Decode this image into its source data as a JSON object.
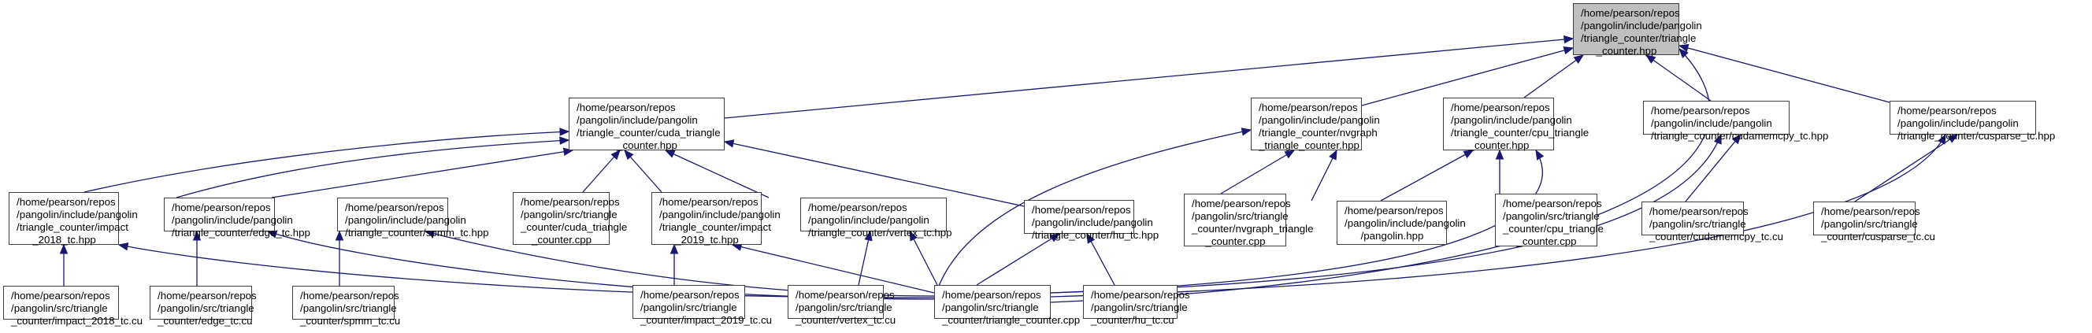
{
  "diagram": {
    "title": "Included-by dependency graph",
    "edge_color": "#191970",
    "root_fill": "#bfbfbf",
    "nodes": [
      {
        "id": "root",
        "lines": [
          "/home/pearson/repos",
          "/pangolin/include/pangolin",
          "/triangle_counter/triangle",
          "_counter.hpp"
        ],
        "root": true
      },
      {
        "id": "cuda_tc_hpp",
        "lines": [
          "/home/pearson/repos",
          "/pangolin/include/pangolin",
          "/triangle_counter/cuda_triangle",
          "_counter.hpp"
        ]
      },
      {
        "id": "nvgraph_hpp",
        "lines": [
          "/home/pearson/repos",
          "/pangolin/include/pangolin",
          "/triangle_counter/nvgraph",
          "_triangle_counter.hpp"
        ]
      },
      {
        "id": "cpu_hpp",
        "lines": [
          "/home/pearson/repos",
          "/pangolin/include/pangolin",
          "/triangle_counter/cpu_triangle",
          "_counter.hpp"
        ]
      },
      {
        "id": "cudamemcpy_hpp",
        "lines": [
          "/home/pearson/repos",
          "/pangolin/include/pangolin",
          "/triangle_counter/cudamemcpy_tc.hpp"
        ]
      },
      {
        "id": "cusparse_hpp",
        "lines": [
          "/home/pearson/repos",
          "/pangolin/include/pangolin",
          "/triangle_counter/cusparse_tc.hpp"
        ]
      },
      {
        "id": "impact2018_hpp",
        "lines": [
          "/home/pearson/repos",
          "/pangolin/include/pangolin",
          "/triangle_counter/impact",
          "_2018_tc.hpp"
        ]
      },
      {
        "id": "edge_hpp",
        "lines": [
          "/home/pearson/repos",
          "/pangolin/include/pangolin",
          "/triangle_counter/edge_tc.hpp"
        ]
      },
      {
        "id": "spmm_hpp",
        "lines": [
          "/home/pearson/repos",
          "/pangolin/include/pangolin",
          "/triangle_counter/spmm_tc.hpp"
        ]
      },
      {
        "id": "cuda_cpp",
        "lines": [
          "/home/pearson/repos",
          "/pangolin/src/triangle",
          "_counter/cuda_triangle",
          "_counter.cpp"
        ]
      },
      {
        "id": "impact2019_hpp",
        "lines": [
          "/home/pearson/repos",
          "/pangolin/include/pangolin",
          "/triangle_counter/impact",
          "_2019_tc.hpp"
        ]
      },
      {
        "id": "vertex_hpp",
        "lines": [
          "/home/pearson/repos",
          "/pangolin/include/pangolin",
          "/triangle_counter/vertex_tc.hpp"
        ]
      },
      {
        "id": "hu_hpp",
        "lines": [
          "/home/pearson/repos",
          "/pangolin/include/pangolin",
          "/triangle_counter/hu_tc.hpp"
        ]
      },
      {
        "id": "nvgraph_cpp",
        "lines": [
          "/home/pearson/repos",
          "/pangolin/src/triangle",
          "_counter/nvgraph_triangle",
          "_counter.cpp"
        ]
      },
      {
        "id": "pangolin_hpp",
        "lines": [
          "/home/pearson/repos",
          "/pangolin/include/pangolin",
          "/pangolin.hpp"
        ]
      },
      {
        "id": "cpu_cpp",
        "lines": [
          "/home/pearson/repos",
          "/pangolin/src/triangle",
          "_counter/cpu_triangle",
          "_counter.cpp"
        ]
      },
      {
        "id": "cudamemcpy_cu",
        "lines": [
          "/home/pearson/repos",
          "/pangolin/src/triangle",
          "_counter/cudamemcpy_tc.cu"
        ]
      },
      {
        "id": "cusparse_cu",
        "lines": [
          "/home/pearson/repos",
          "/pangolin/src/triangle",
          "_counter/cusparse_tc.cu"
        ]
      },
      {
        "id": "impact2018_cu",
        "lines": [
          "/home/pearson/repos",
          "/pangolin/src/triangle",
          "_counter/impact_2018_tc.cu"
        ]
      },
      {
        "id": "edge_cu",
        "lines": [
          "/home/pearson/repos",
          "/pangolin/src/triangle",
          "_counter/edge_tc.cu"
        ]
      },
      {
        "id": "spmm_cu",
        "lines": [
          "/home/pearson/repos",
          "/pangolin/src/triangle",
          "_counter/spmm_tc.cu"
        ]
      },
      {
        "id": "impact2019_cu",
        "lines": [
          "/home/pearson/repos",
          "/pangolin/src/triangle",
          "_counter/impact_2019_tc.cu"
        ]
      },
      {
        "id": "vertex_cu",
        "lines": [
          "/home/pearson/repos",
          "/pangolin/src/triangle",
          "_counter/vertex_tc.cu"
        ]
      },
      {
        "id": "tc_cpp",
        "lines": [
          "/home/pearson/repos",
          "/pangolin/src/triangle",
          "_counter/triangle_counter.cpp"
        ]
      },
      {
        "id": "hu_cu",
        "lines": [
          "/home/pearson/repos",
          "/pangolin/src/triangle",
          "_counter/hu_tc.cu"
        ]
      }
    ],
    "edges": [
      {
        "from": "cuda_tc_hpp",
        "to": "root"
      },
      {
        "from": "nvgraph_hpp",
        "to": "root"
      },
      {
        "from": "cpu_hpp",
        "to": "root"
      },
      {
        "from": "cudamemcpy_hpp",
        "to": "root"
      },
      {
        "from": "cusparse_hpp",
        "to": "root"
      },
      {
        "from": "tc_cpp",
        "to": "root"
      },
      {
        "from": "impact2018_hpp",
        "to": "cuda_tc_hpp"
      },
      {
        "from": "edge_hpp",
        "to": "cuda_tc_hpp"
      },
      {
        "from": "spmm_hpp",
        "to": "cuda_tc_hpp"
      },
      {
        "from": "cuda_cpp",
        "to": "cuda_tc_hpp"
      },
      {
        "from": "impact2019_hpp",
        "to": "cuda_tc_hpp"
      },
      {
        "from": "vertex_hpp",
        "to": "cuda_tc_hpp"
      },
      {
        "from": "hu_hpp",
        "to": "cuda_tc_hpp"
      },
      {
        "from": "nvgraph_cpp",
        "to": "nvgraph_hpp"
      },
      {
        "from": "pangolin_hpp",
        "to": "nvgraph_hpp"
      },
      {
        "from": "tc_cpp",
        "to": "nvgraph_hpp"
      },
      {
        "from": "pangolin_hpp",
        "to": "cpu_hpp"
      },
      {
        "from": "cpu_cpp",
        "to": "cpu_hpp"
      },
      {
        "from": "tc_cpp",
        "to": "cpu_hpp"
      },
      {
        "from": "tc_cpp",
        "to": "cudamemcpy_hpp"
      },
      {
        "from": "cudamemcpy_cu",
        "to": "cudamemcpy_hpp"
      },
      {
        "from": "tc_cpp",
        "to": "cusparse_hpp"
      },
      {
        "from": "cusparse_cu",
        "to": "cusparse_hpp"
      },
      {
        "from": "impact2018_cu",
        "to": "impact2018_hpp"
      },
      {
        "from": "tc_cpp",
        "to": "impact2018_hpp"
      },
      {
        "from": "edge_cu",
        "to": "edge_hpp"
      },
      {
        "from": "tc_cpp",
        "to": "edge_hpp"
      },
      {
        "from": "spmm_cu",
        "to": "spmm_hpp"
      },
      {
        "from": "tc_cpp",
        "to": "spmm_hpp"
      },
      {
        "from": "impact2019_cu",
        "to": "impact2019_hpp"
      },
      {
        "from": "tc_cpp",
        "to": "impact2019_hpp"
      },
      {
        "from": "vertex_cu",
        "to": "vertex_hpp"
      },
      {
        "from": "tc_cpp",
        "to": "vertex_hpp"
      },
      {
        "from": "tc_cpp",
        "to": "hu_hpp"
      },
      {
        "from": "hu_cu",
        "to": "hu_hpp"
      }
    ]
  }
}
